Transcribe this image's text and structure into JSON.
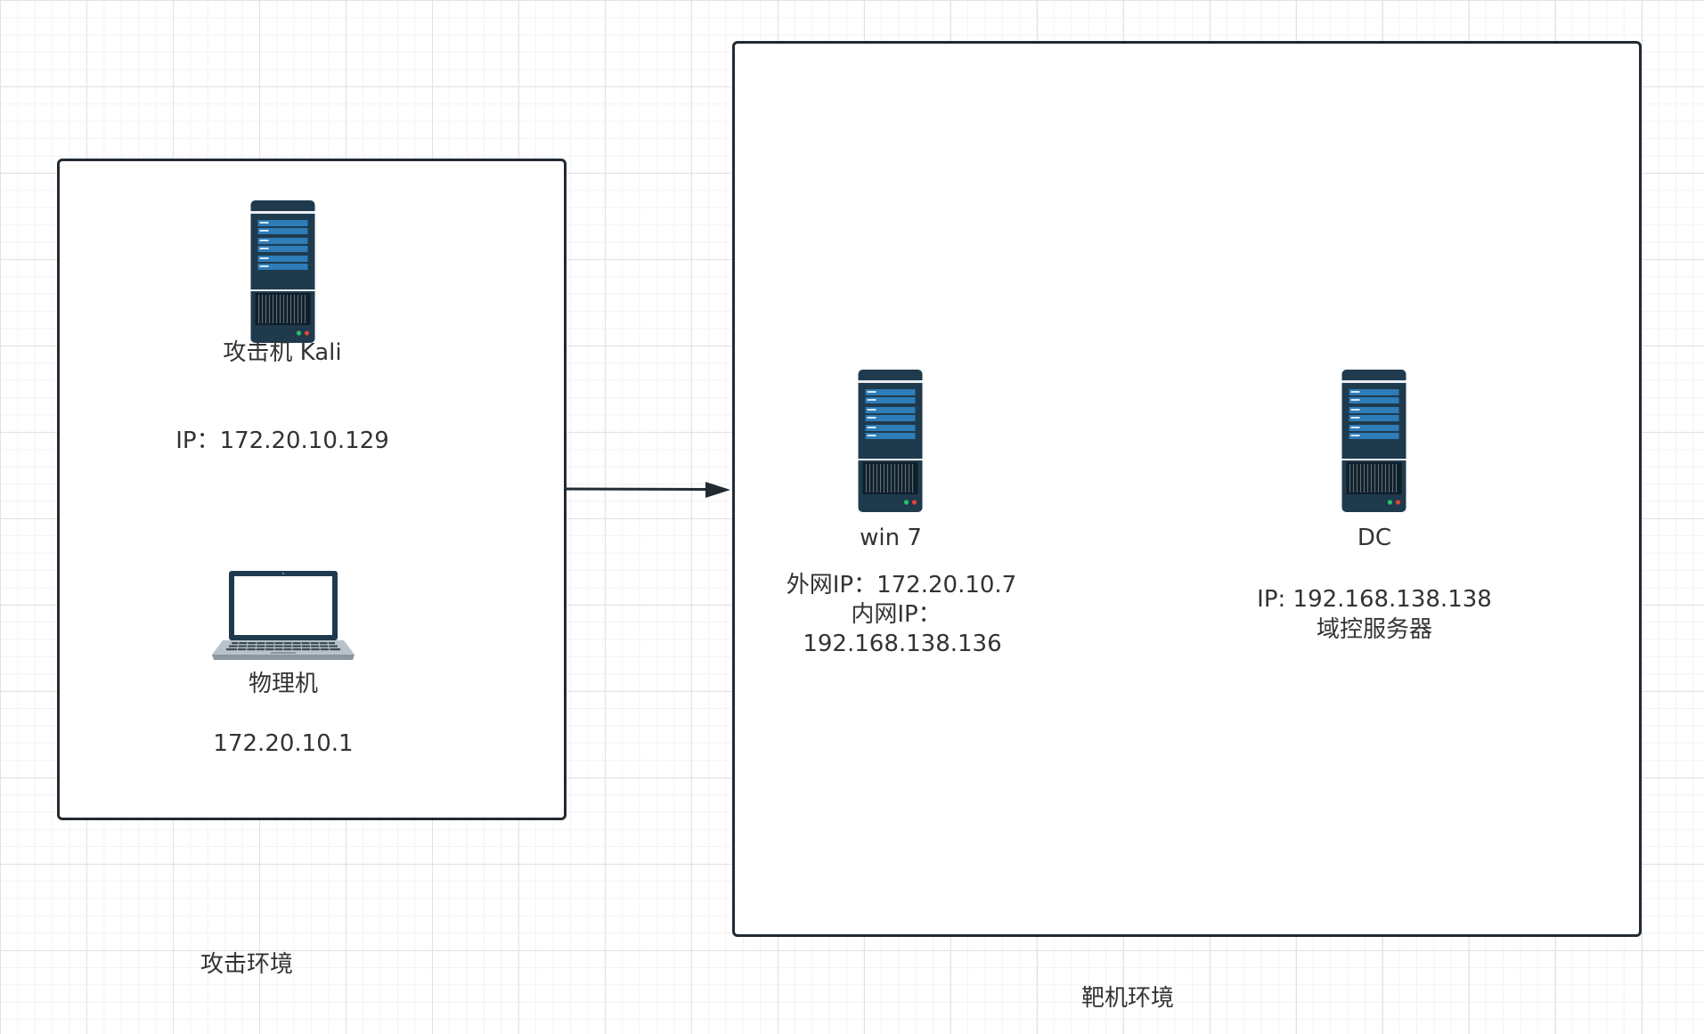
{
  "attack_env": {
    "label": "攻击环境",
    "kali": {
      "name": "攻击机 Kali",
      "ip": "IP：172.20.10.129"
    },
    "physical": {
      "name": "物理机",
      "ip": "172.20.10.1"
    }
  },
  "target_env": {
    "label": "靶机环境",
    "win7": {
      "name": "win 7",
      "ip_lines": [
        "外网IP：172.20.10.7",
        "内网IP：",
        "192.168.138.136"
      ]
    },
    "dc": {
      "name": "DC",
      "ip": "IP: 192.168.138.138",
      "role": "域控服务器"
    }
  },
  "icons": {
    "server": "server-icon",
    "laptop": "laptop-icon"
  },
  "colors": {
    "server_body": "#1f3a4d",
    "server_panel": "#2e7cb8",
    "box_border": "#222b33"
  }
}
